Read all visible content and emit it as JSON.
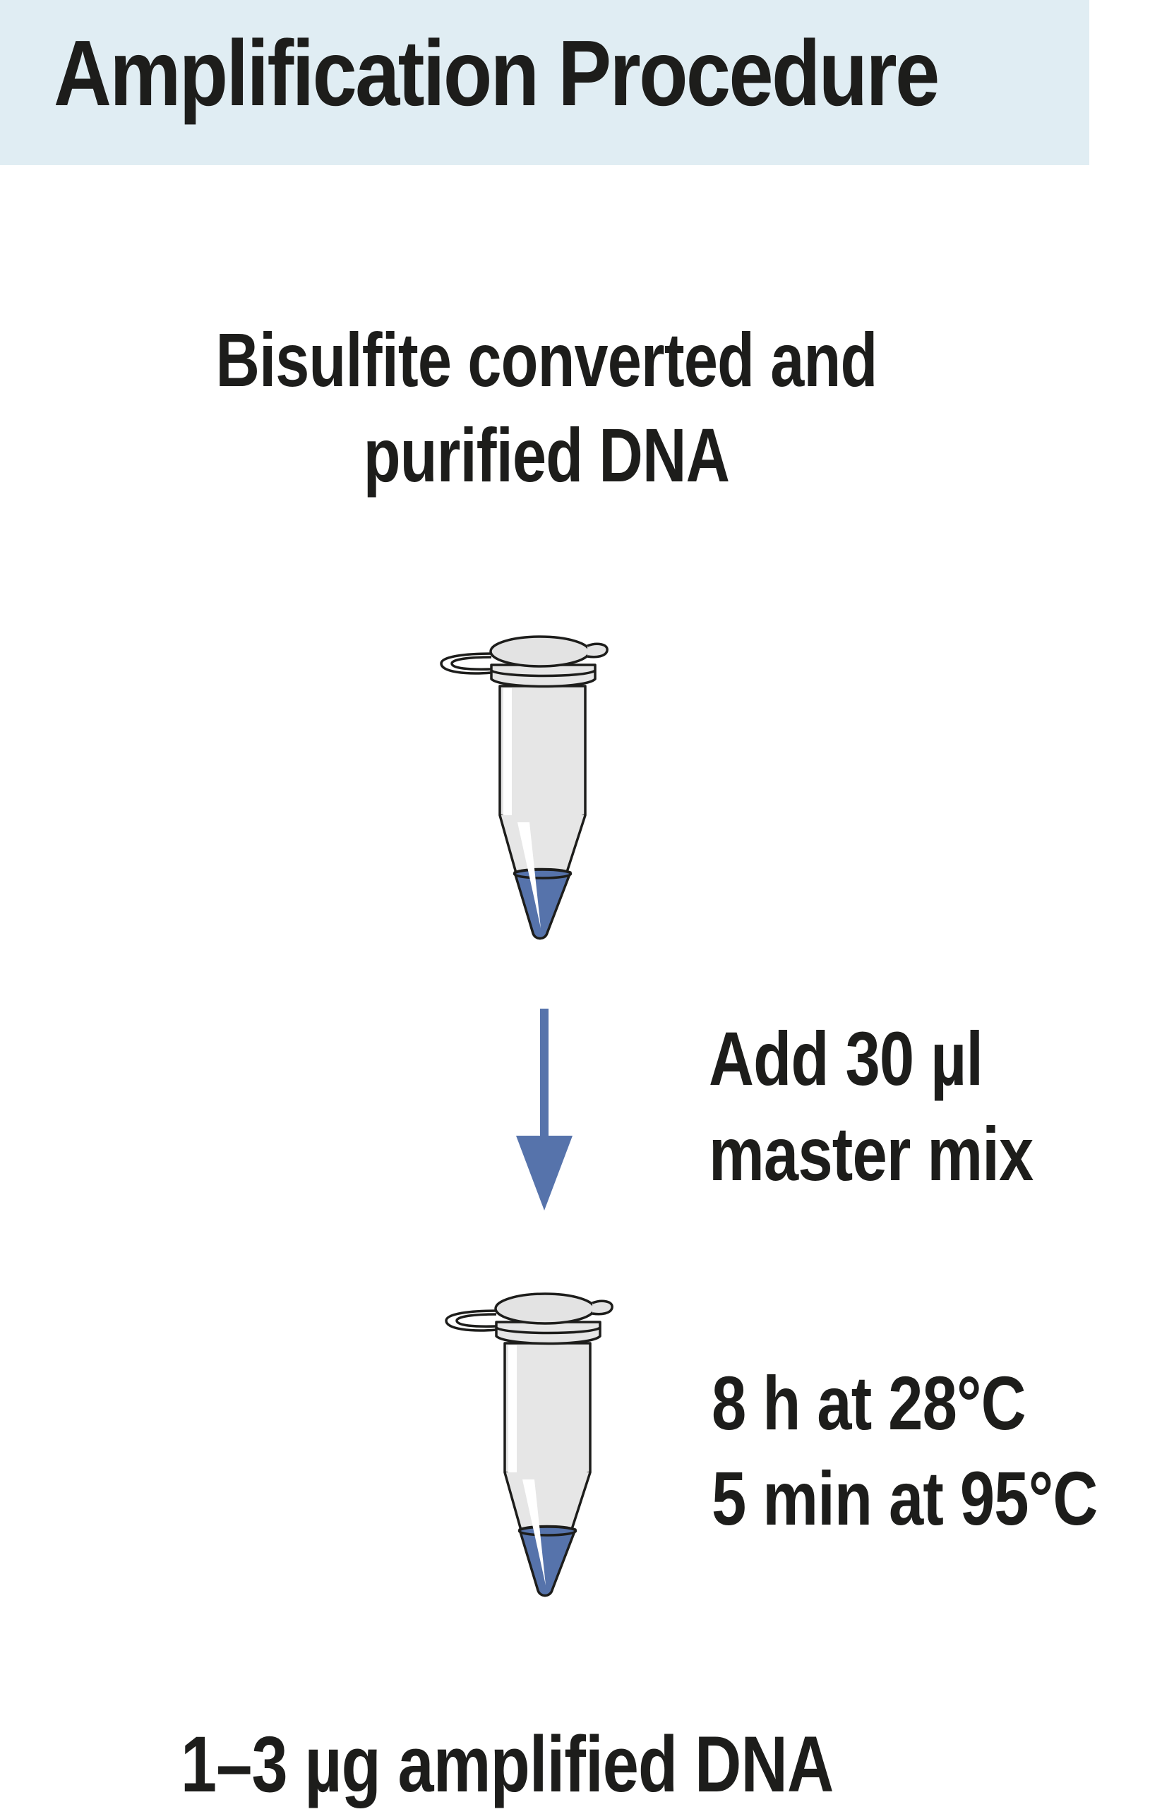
{
  "title": "Amplification Procedure",
  "input": {
    "line1": "Bisulfite converted and",
    "line2": "purified DNA"
  },
  "step_add": {
    "line1": "Add 30 µl",
    "line2": "master mix"
  },
  "step_incubate": {
    "line1": "8 h at 28°C",
    "line2": "5 min at 95°C"
  },
  "result": "1–3 µg amplified DNA",
  "icons": [
    "microcentrifuge-tube-icon",
    "arrow-down-icon",
    "microcentrifuge-tube-icon"
  ],
  "colors": {
    "header_bg": "#e0edf3",
    "accent_blue": "#5673ab",
    "text": "#1d1d1b"
  }
}
